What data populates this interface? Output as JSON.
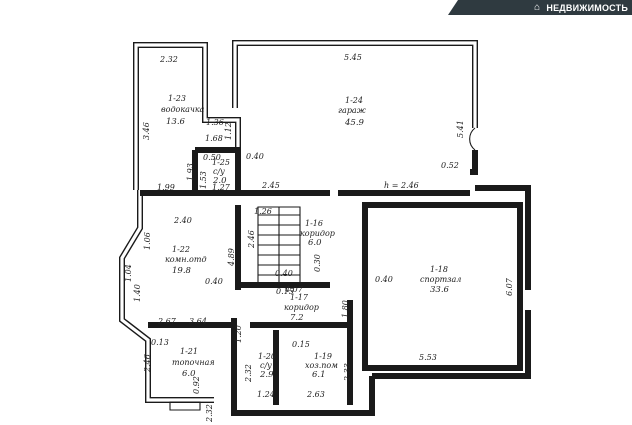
{
  "watermark": {
    "logo_icon": "house-logo-icon",
    "text": "НЕДВИЖИМОСТЬ"
  },
  "floor_level": "h = 2.46",
  "rooms": [
    {
      "id": "1-23",
      "name": "водокачка",
      "area": "13.6"
    },
    {
      "id": "1-24",
      "name": "гараж",
      "area": "45.9"
    },
    {
      "id": "1-25",
      "name": "с/у",
      "area": "2.0"
    },
    {
      "id": "1-16",
      "name": "коридор",
      "area": "6.0"
    },
    {
      "id": "1-22",
      "name": "комн.отд",
      "area": "19.8"
    },
    {
      "id": "1-17",
      "name": "коридор",
      "area": "7.2"
    },
    {
      "id": "1-18",
      "name": "спортзал",
      "area": "33.6"
    },
    {
      "id": "1-21",
      "name": "топочная",
      "area": "6.0"
    },
    {
      "id": "1-20",
      "name": "с/у",
      "area": "2.9"
    },
    {
      "id": "1-19",
      "name": "хоз.пом",
      "area": "6.1"
    }
  ],
  "dimensions": [
    "2.32",
    "5.45",
    "3.46",
    "1.36",
    "1.68",
    "1.12",
    "5.41",
    "0.50",
    "0.40",
    "1.53",
    "1.93",
    "1.99",
    "1.27",
    "0.52",
    "2.45",
    "2.40",
    "1.26",
    "1.06",
    "4.89",
    "2.46",
    "1.04",
    "0.40",
    "1.40",
    "4.07",
    "0.15",
    "0.40",
    "0.30",
    "1.80",
    "0.40",
    "6.07",
    "2.67",
    "3.64",
    "0.13",
    "1.20",
    "0.15",
    "2.46",
    "2.32",
    "1.24",
    "2.33",
    "2.63",
    "5.53",
    "0.92",
    "2.32"
  ]
}
